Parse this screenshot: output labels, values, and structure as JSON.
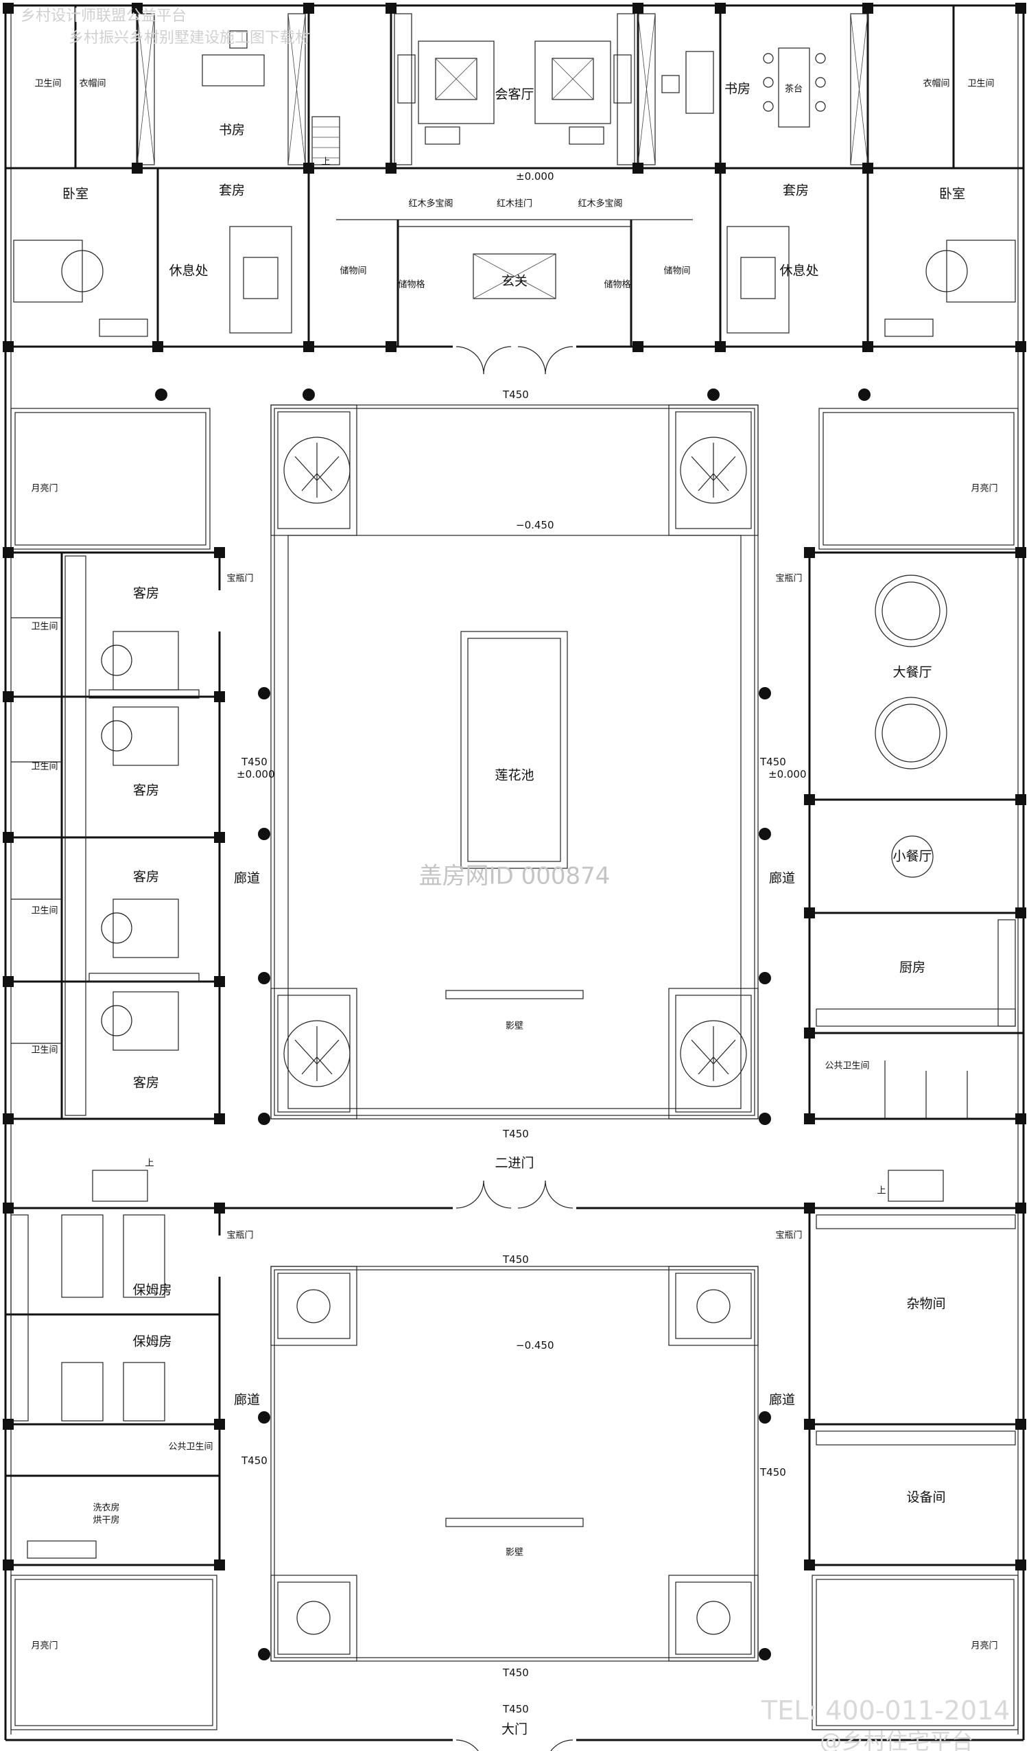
{
  "watermark": {
    "top_left_line1": "乡村设计师联盟公益平台",
    "top_left_line2": "乡村振兴乡村别墅建设施工图下载材",
    "center": "盖房网ID 000874",
    "tel": "TEL: 400-011-2014",
    "handle": "@乡村住宅平台"
  },
  "rooms": {
    "cloakroom_left": "衣帽间",
    "bath_left": "卫生间",
    "study_left": "书房",
    "living": "会客厅",
    "study_right": "书房",
    "tea_table": "茶台",
    "cloakroom_right": "衣帽间",
    "bath_right": "卫生间",
    "bedroom_left": "卧室",
    "suite_left": "套房",
    "lounge_left": "休息处",
    "storage_left": "储物间",
    "hallway_foyer": "玄关",
    "storage_right": "储物间",
    "lounge_right": "休息处",
    "suite_right": "套房",
    "bedroom_right": "卧室",
    "cabinet_left": "储物格",
    "cabinet_right": "储物格",
    "screen_left": "红木多宝阁",
    "screen_mid": "红木挂门",
    "screen_right": "红木多宝阁",
    "moon_gate_1": "月亮门",
    "moon_gate_2": "月亮门",
    "moon_gate_3": "月亮门",
    "moon_gate_4": "月亮门",
    "vase_gate_1": "宝瓶门",
    "vase_gate_2": "宝瓶门",
    "vase_gate_3": "宝瓶门",
    "vase_gate_4": "宝瓶门",
    "guest1": "客房",
    "guest2": "客房",
    "guest3": "客房",
    "guest4": "客房",
    "guest_bath1": "卫生间",
    "guest_bath2": "卫生间",
    "guest_bath3": "卫生间",
    "guest_bath4": "卫生间",
    "lotus_pond": "莲花池",
    "screen_wall1": "影壁",
    "screen_wall2": "影壁",
    "big_dining": "大餐厅",
    "small_dining": "小餐厅",
    "kitchen": "厨房",
    "public_bath_right": "公共卫生间",
    "corridor1": "廊道",
    "corridor2": "廊道",
    "corridor3": "廊道",
    "corridor4": "廊道",
    "second_gate": "二进门",
    "nanny1": "保姆房",
    "nanny2": "保姆房",
    "public_bath_left": "公共卫生间",
    "laundry1": "洗衣房",
    "laundry2": "烘干房",
    "storeroom": "杂物间",
    "equipment": "设备间",
    "main_gate": "大门",
    "stair_up1": "上",
    "stair_up2": "上",
    "stair_up3": "上"
  },
  "levels": {
    "l_top": "±0.000",
    "l_left": "±0.000",
    "l_right": "±0.000",
    "l_court1": "−0.450",
    "l_court2": "−0.450",
    "t1": "T450",
    "t2": "T450",
    "t3": "T450",
    "t4": "T450",
    "t5": "T450",
    "t6": "T450",
    "t7": "T450",
    "t8": "T450",
    "t9": "T450"
  }
}
